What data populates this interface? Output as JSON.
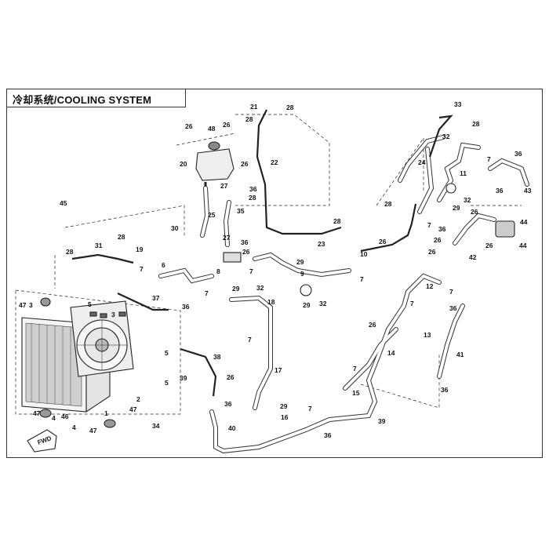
{
  "header": {
    "title": "冷却系统/COOLING SYSTEM"
  },
  "diagram": {
    "forward_label": "FWD",
    "callouts": [
      "1",
      "2",
      "3",
      "4",
      "5",
      "6",
      "7",
      "8",
      "9",
      "10",
      "11",
      "12",
      "13",
      "14",
      "15",
      "16",
      "17",
      "18",
      "19",
      "20",
      "21",
      "22",
      "23",
      "24",
      "25",
      "26",
      "27",
      "28",
      "29",
      "30",
      "31",
      "32",
      "33",
      "34",
      "35",
      "36",
      "37",
      "38",
      "39",
      "40",
      "41",
      "42",
      "43",
      "44",
      "45",
      "46",
      "47",
      "48"
    ]
  }
}
